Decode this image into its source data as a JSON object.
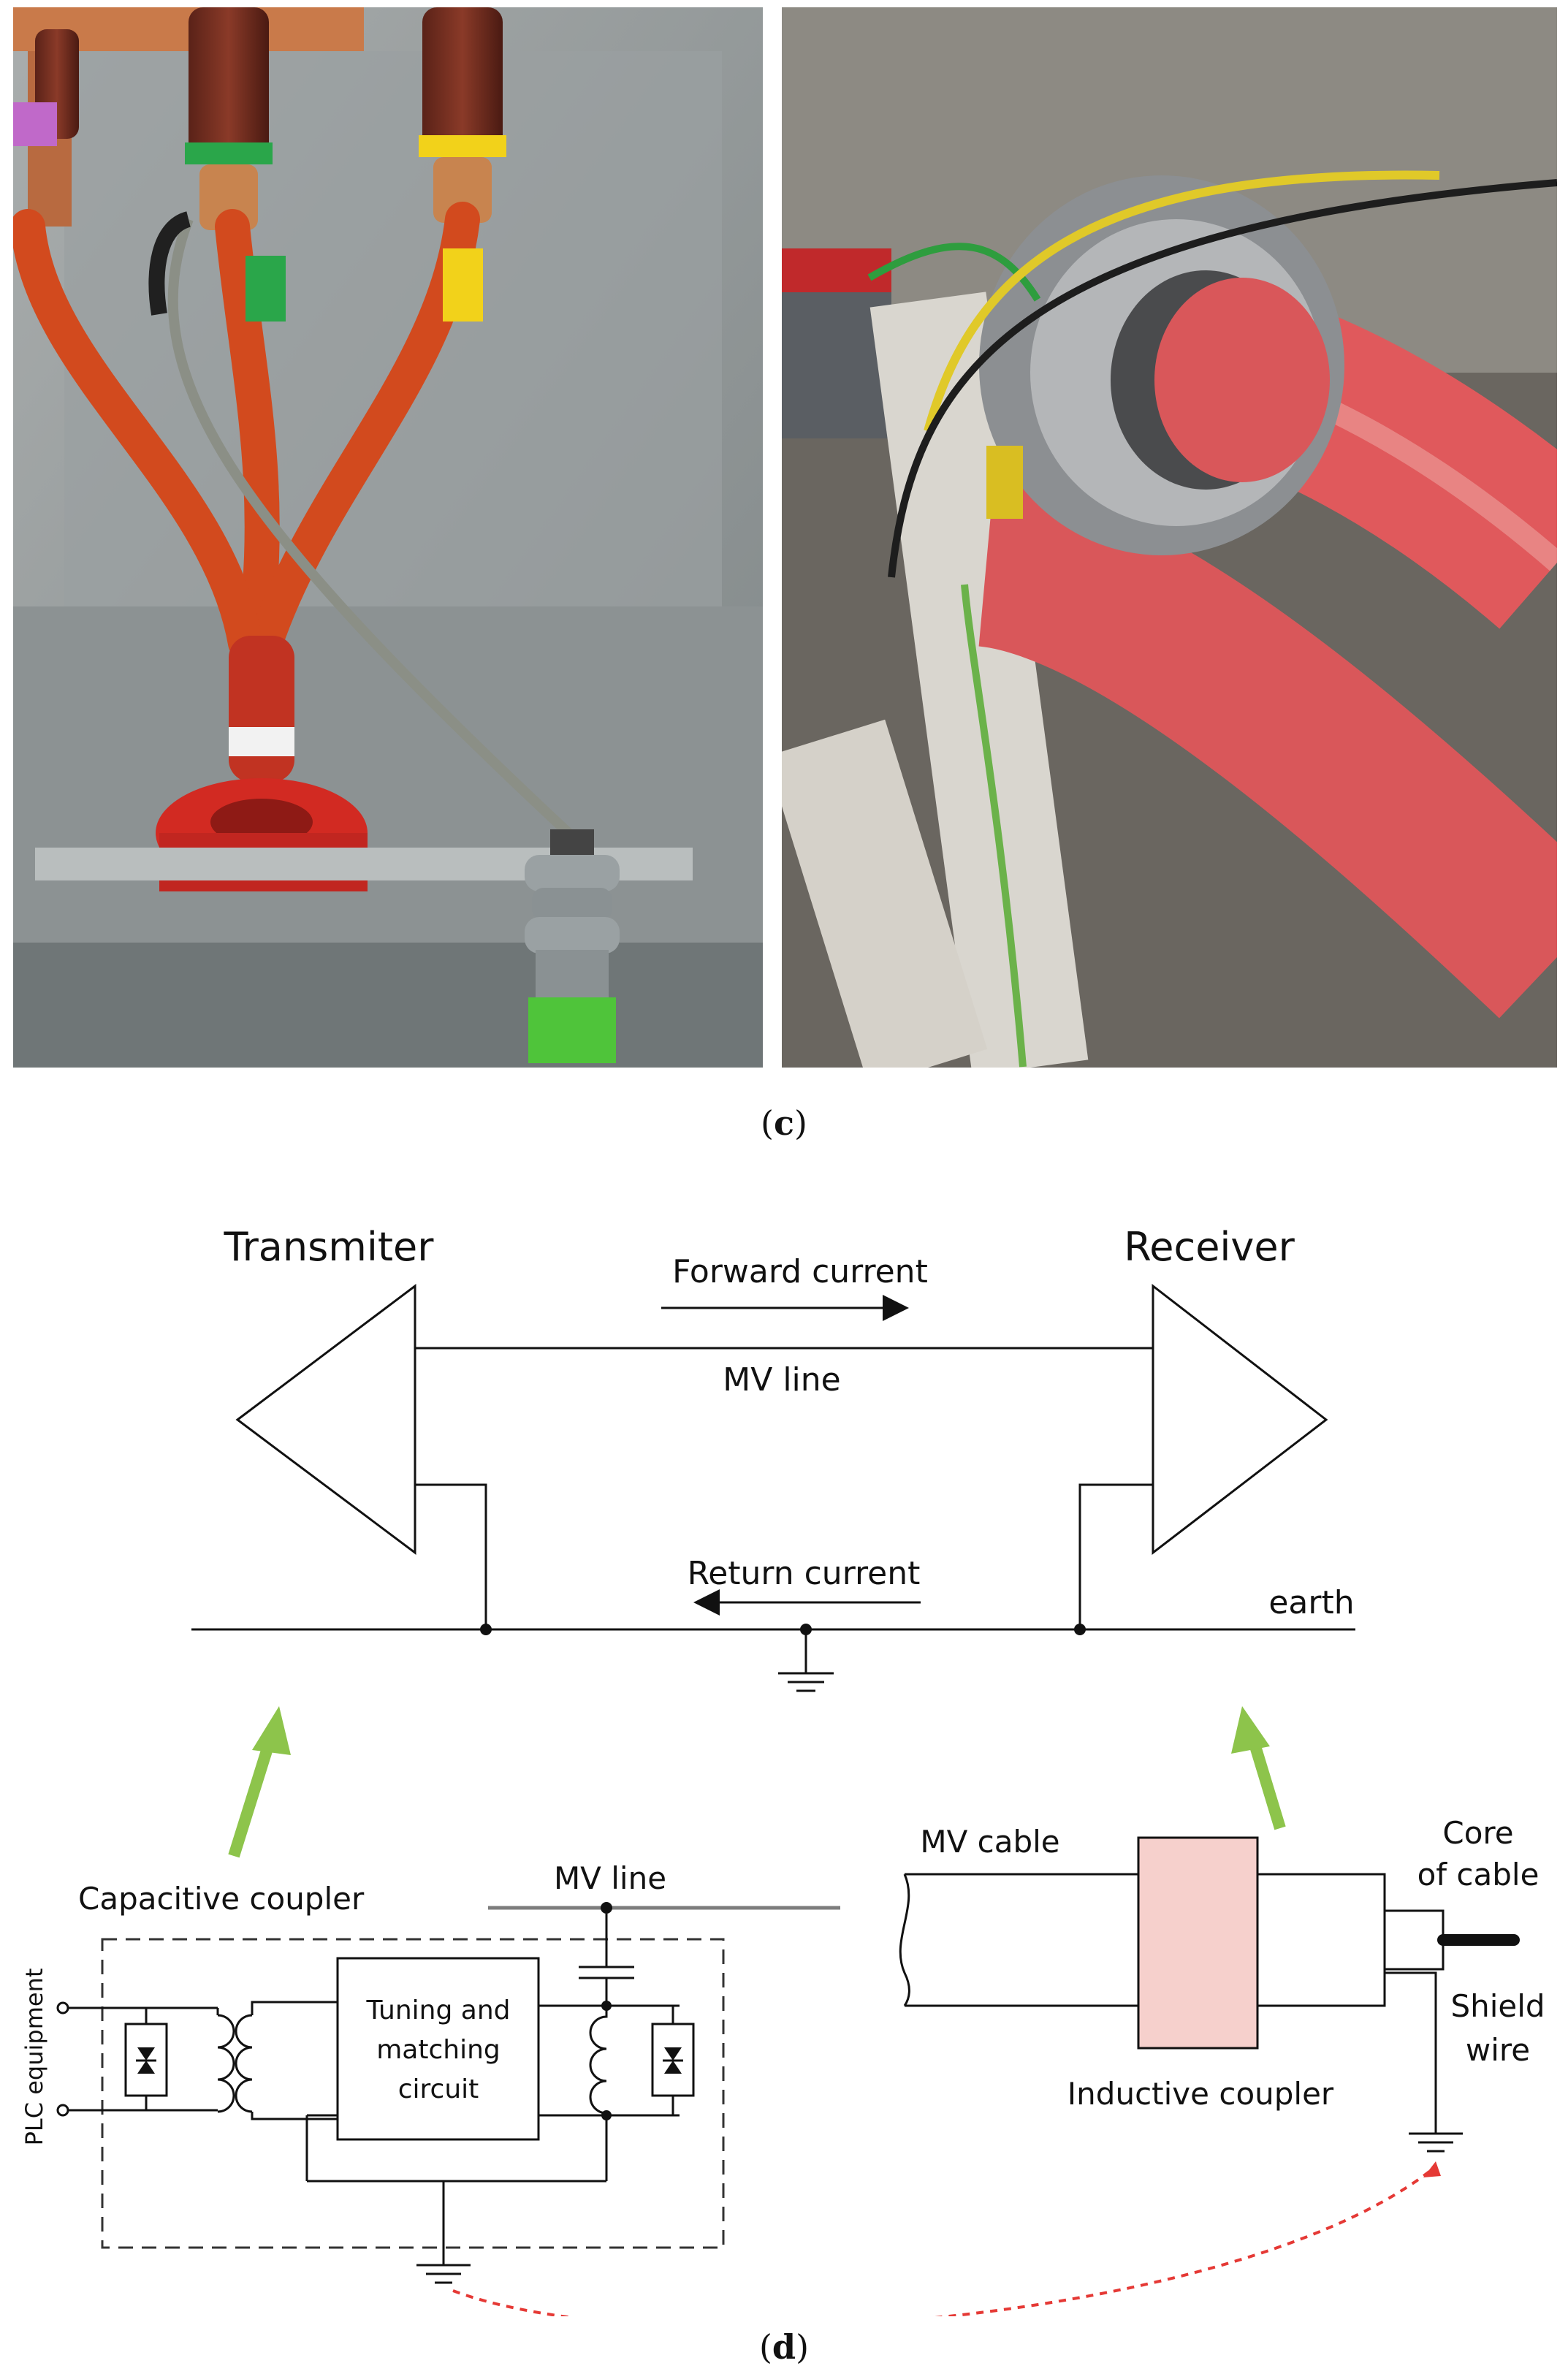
{
  "captions": {
    "c": "c",
    "d": "d"
  },
  "top_diagram": {
    "transmitter": "Transmiter",
    "receiver": "Receiver",
    "forward_current": "Forward current",
    "mv_line": "MV line",
    "return_current": "Return current",
    "earth": "earth"
  },
  "capacitive": {
    "title": "Capacitive coupler",
    "mv_line": "MV line",
    "plc": "PLC equipment",
    "box_lines": [
      "Tuning and",
      "matching",
      "circuit"
    ]
  },
  "inductive": {
    "mv_cable": "MV cable",
    "core_lines": [
      "Core",
      "of cable"
    ],
    "shield_lines": [
      "Shield",
      "wire"
    ],
    "coupler": "Inductive coupler"
  },
  "colors": {
    "arrow": "#8dc44b",
    "dotted": "#e53935",
    "coupler_fill": "#f6d0cc"
  }
}
